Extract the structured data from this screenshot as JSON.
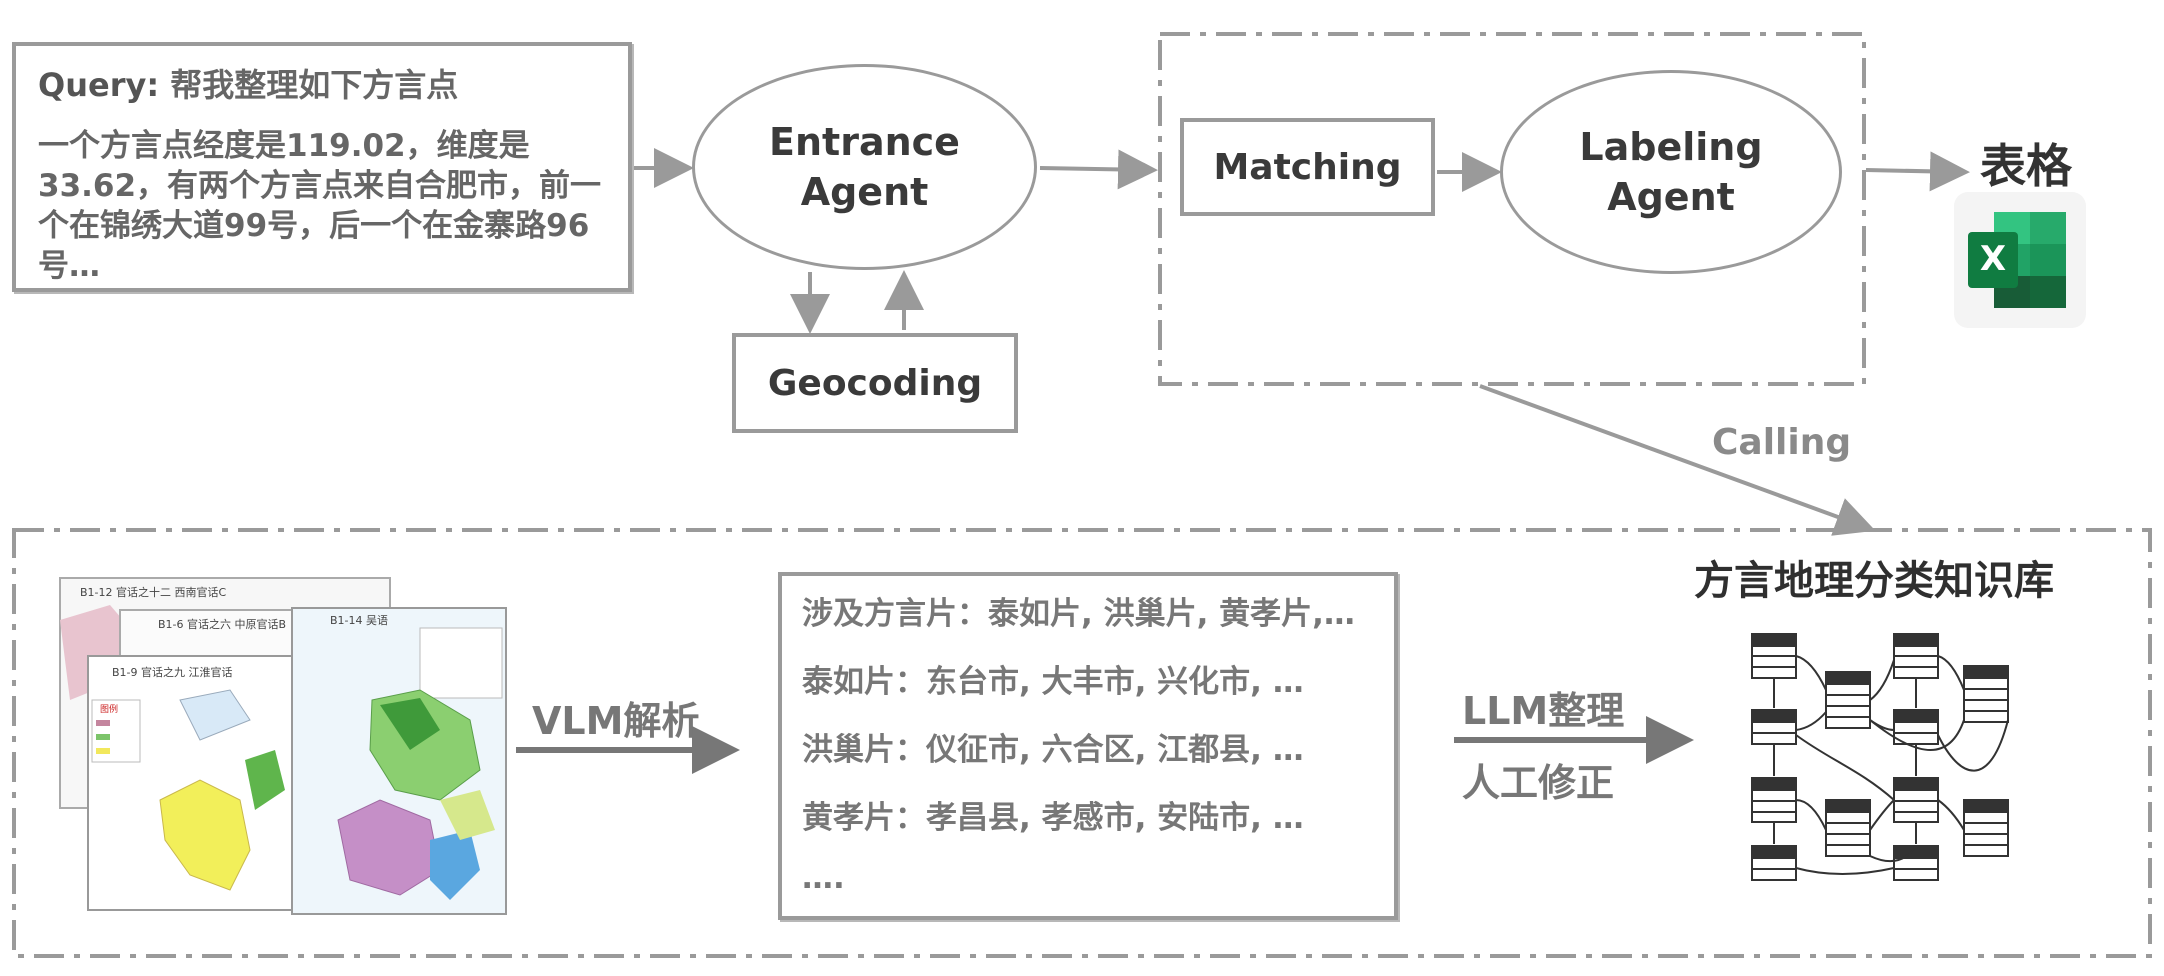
{
  "query": {
    "label": "Query:",
    "text": "帮我整理如下方言点",
    "body": "一个方言点经度是119.02，维度是33.62，有两个方言点来自合肥市，前一个在锦绣大道99号，后一个在金寨路96号…"
  },
  "nodes": {
    "entrance_agent": "Entrance\nAgent",
    "geocoding": "Geocoding",
    "matching": "Matching",
    "labeling_agent": "Labeling\nAgent",
    "output_table": "表格"
  },
  "edges": {
    "calling": "Calling",
    "vlm_parse": "VLM解析",
    "llm_organize": "LLM整理",
    "manual_fix": "人工修正"
  },
  "knowledge_base": {
    "title": "方言地理分类知识库"
  },
  "dialect_list": [
    "涉及方言片：泰如片, 洪巢片, 黄孝片,…",
    "泰如片：东台市, 大丰市, 兴化市, …",
    "洪巢片：仪征市, 六合区, 江都县, …",
    "黄孝片：孝昌县, 孝感市, 安陆市, …",
    "…."
  ],
  "map_sheets": {
    "sheet1_title": "B1-12 官话之十二  西南官话C",
    "sheet2_title": "B1-6 官话之六  中原官话B",
    "sheet3_title": "B1-9 官话之九  江淮官话",
    "sheet4_title": "B1-14 吴语",
    "legend_label": "图例"
  },
  "icons": {
    "excel": "excel-icon",
    "database": "database-graph-icon",
    "map": "dialect-map-icon"
  },
  "colors": {
    "line": "#9a9a9a",
    "arrow": "#7a7a7a",
    "excel_dark": "#1d6f42",
    "excel_mid": "#21a366",
    "excel_light": "#33c481"
  }
}
